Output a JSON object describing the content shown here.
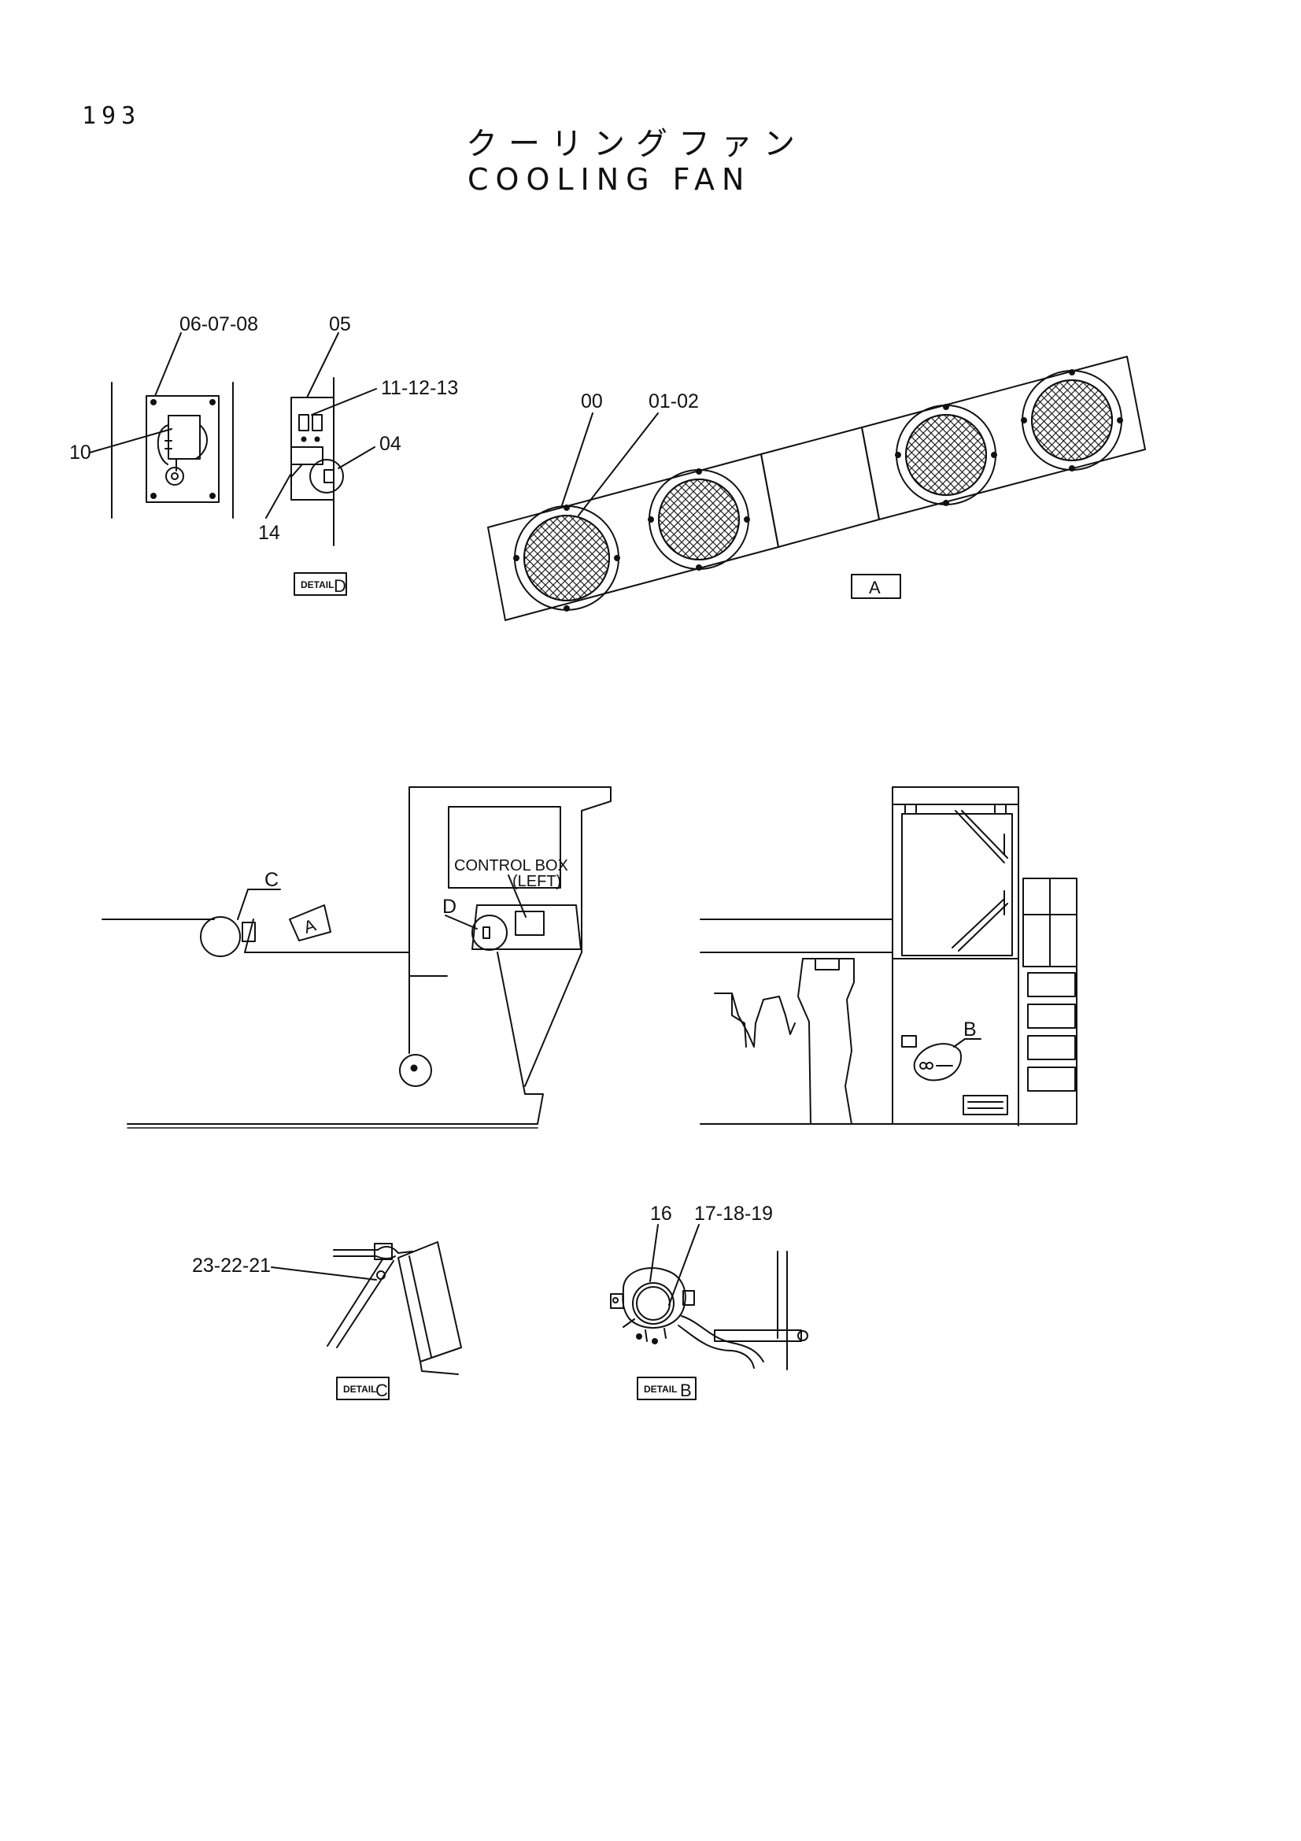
{
  "page": {
    "number": "193",
    "title_jp": "クーリングファン",
    "title_en": "COOLING FAN"
  },
  "detail_d": {
    "tag_word": "DETAIL",
    "tag_letter": "D",
    "callouts": [
      "06-07-08",
      "05",
      "11-12-13",
      "10",
      "04",
      "14"
    ]
  },
  "view_a": {
    "tag_letter": "A",
    "callouts": [
      "00",
      "01-02"
    ]
  },
  "side_view": {
    "control_box": "CONTROL BOX",
    "control_box_side": "(LEFT)",
    "arrow_letter": "A",
    "callouts": [
      "C",
      "D"
    ]
  },
  "front_view": {
    "callouts": [
      "B"
    ]
  },
  "detail_c": {
    "tag_word": "DETAIL",
    "tag_letter": "C",
    "callouts": [
      "23-22-21"
    ]
  },
  "detail_b": {
    "tag_word": "DETAIL",
    "tag_letter": "B",
    "callouts": [
      "16",
      "17-18-19"
    ]
  }
}
